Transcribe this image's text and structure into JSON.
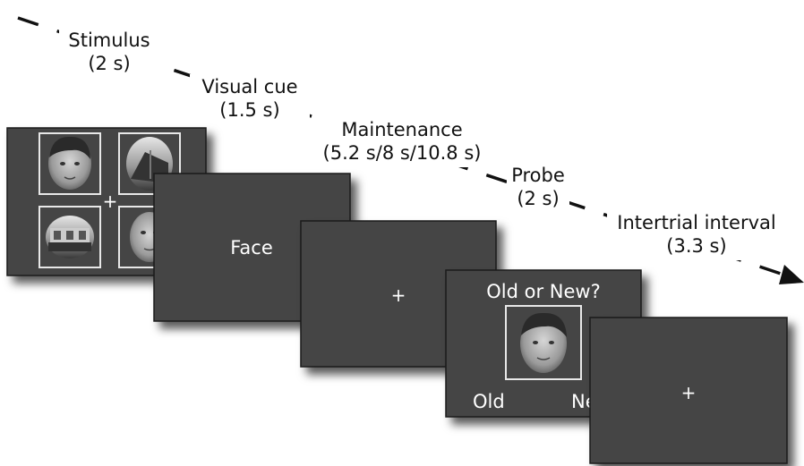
{
  "stages": [
    {
      "name": "Stimulus",
      "duration": "(2 s)"
    },
    {
      "name": "Visual cue",
      "duration": "(1.5 s)"
    },
    {
      "name": "Maintenance",
      "duration": "(5.2 s/8 s/10.8 s)"
    },
    {
      "name": "Probe",
      "duration": "(2 s)"
    },
    {
      "name": "Intertrial interval",
      "duration": "(3.3 s)"
    }
  ],
  "screens": {
    "stimulus": {
      "fixation": "+",
      "images": [
        "face-photo-icon",
        "building-photo-icon",
        "building-photo-icon",
        "face-photo-icon"
      ]
    },
    "cue": {
      "text": "Face"
    },
    "maintenance": {
      "fixation": "+"
    },
    "probe": {
      "question": "Old or New?",
      "left_option": "Old",
      "right_option": "New",
      "image": "face-photo-icon"
    },
    "iti": {
      "fixation": "+"
    }
  },
  "colors": {
    "screen": "#444444",
    "frame": "#e8e8e8",
    "text": "#ffffff",
    "arrow": "#111111"
  }
}
